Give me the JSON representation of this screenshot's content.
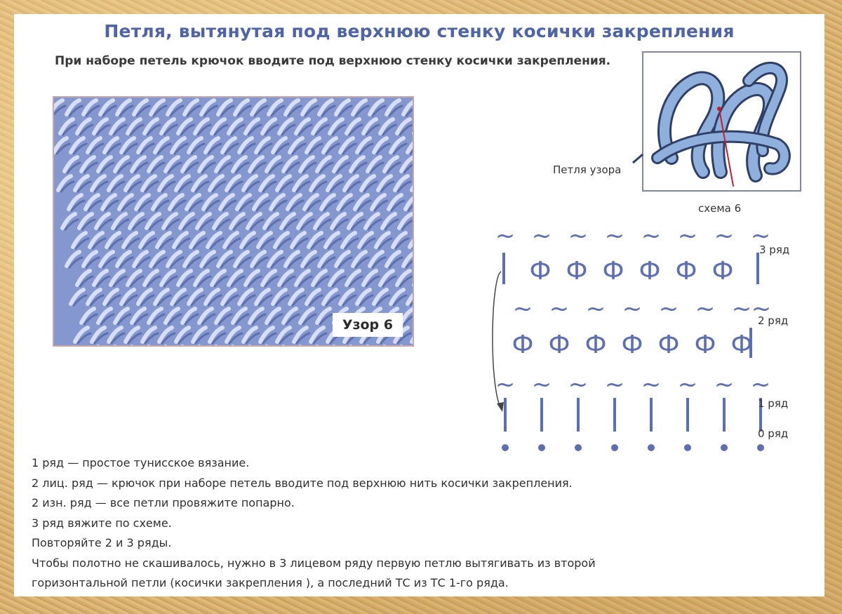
{
  "title": "Петля, вытянутая под верхнюю стенку косички закрепления",
  "intro": "При наборе петель крючок вводите под верхнюю стенку косички закрепления.",
  "photo": {
    "label": "Узор 6",
    "color": "#8d9fd6"
  },
  "illustration": {
    "caption": "Петля узора"
  },
  "scheme": {
    "title": "схема 6",
    "rows": [
      {
        "label": "3 ряд",
        "symbol": "Ф",
        "count": 6
      },
      {
        "label": "2 ряд",
        "symbol": "Ф",
        "count": 7
      },
      {
        "label": "1 ряд",
        "symbol": "|",
        "count": 8
      },
      {
        "label": "0 ряд",
        "symbol": "•",
        "count": 8
      }
    ],
    "color": "#5d6fb3"
  },
  "instructions": [
    "1 ряд — простое тунисское вязание.",
    "2 лиц. ряд — крючок при наборе петель вводите под верхнюю нить косички закрепления.",
    "2 изн. ряд — все петли провяжите попарно.",
    "3 ряд  вяжите по схеме.",
    "Повторяйте 2 и 3 ряды.",
    "Чтобы полотно не скашивалось, нужно в 3 лицевом ряду первую петлю вытягивать из второй",
    "горизонтальной петли (косички закрепления ), а последний ТС из ТС 1-го ряда."
  ]
}
